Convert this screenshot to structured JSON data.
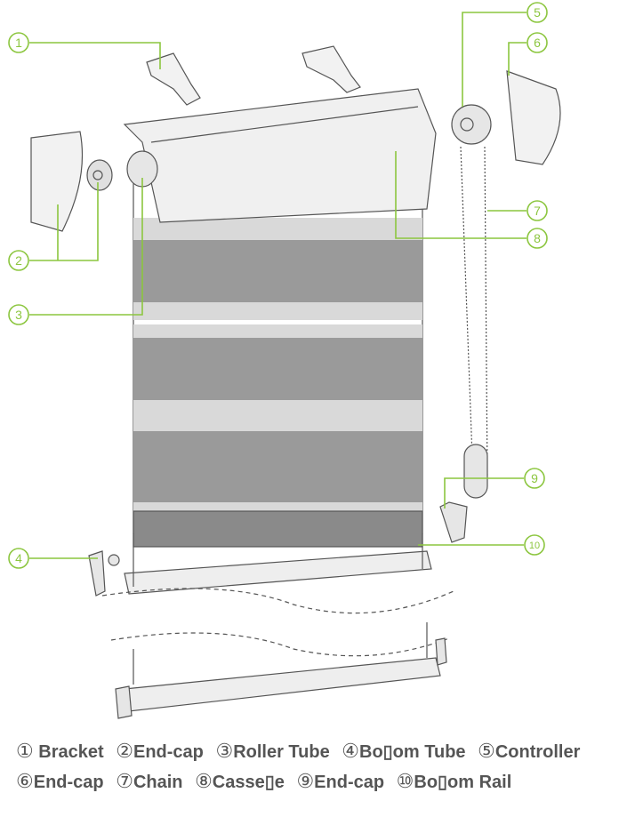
{
  "colors": {
    "callout": "#8cc63f",
    "outline": "#555555",
    "fabric_dark": "#9a9a9a",
    "fabric_light": "#d9d9d9"
  },
  "callouts": [
    "1",
    "2",
    "3",
    "4",
    "5",
    "6",
    "7",
    "8",
    "9",
    "10"
  ],
  "legend": [
    {
      "num": "①",
      "label": "Bracket"
    },
    {
      "num": "②",
      "label": "End-cap"
    },
    {
      "num": "③",
      "label": "Roller Tube"
    },
    {
      "num": "④",
      "label": "Bo▯om Tube"
    },
    {
      "num": "⑤",
      "label": "Controller"
    },
    {
      "num": "⑥",
      "label": "End-cap"
    },
    {
      "num": "⑦",
      "label": "Chain"
    },
    {
      "num": "⑧",
      "label": "Casse▯e"
    },
    {
      "num": "⑨",
      "label": "End-cap"
    },
    {
      "num": "⑩",
      "label": "Bo▯om Rail"
    }
  ]
}
